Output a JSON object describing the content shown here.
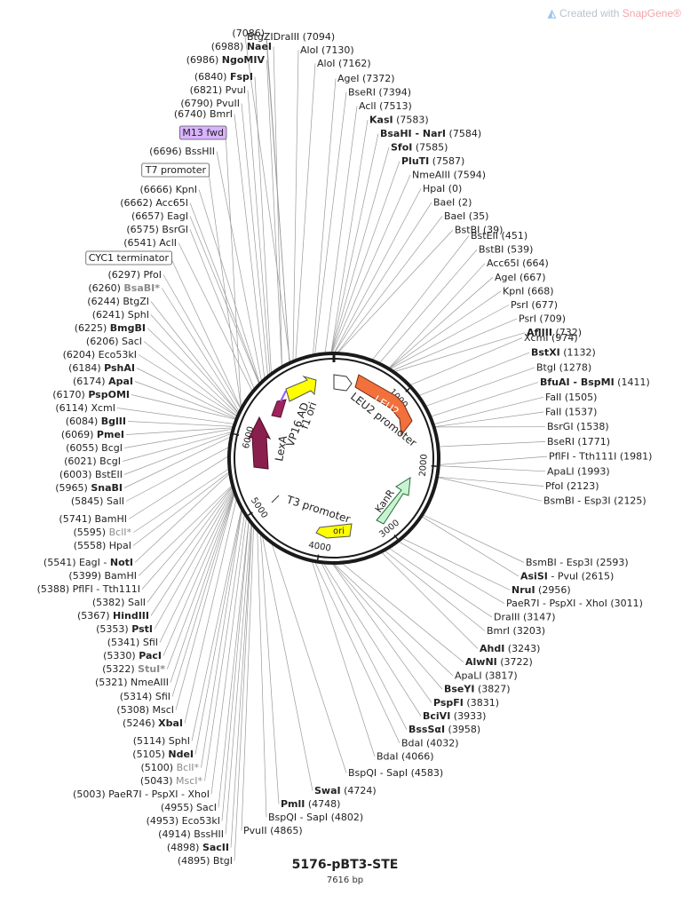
{
  "watermark": {
    "prefix": "Created with",
    "brand": "SnapGene®"
  },
  "plasmid": {
    "name": "5176-pBT3-STE",
    "size_label": "7616 bp",
    "length": 7616
  },
  "ticks": [
    "1000",
    "2000",
    "3000",
    "4000",
    "5000",
    "6000"
  ],
  "features": [
    {
      "label": "LEU2",
      "kind": "arrow",
      "color": "#f2703c"
    },
    {
      "label": "LEU2 promoter",
      "kind": "outline",
      "color": "#ffffff"
    },
    {
      "label": "KanR",
      "kind": "arrow",
      "color": "#c8f5d1"
    },
    {
      "label": "ori",
      "kind": "arrow",
      "color": "#ffff00"
    },
    {
      "label": "T3 promoter",
      "kind": "marker",
      "color": "#ffffff"
    },
    {
      "label": "f1 ori",
      "kind": "arrow",
      "color": "#ffff00"
    },
    {
      "label": "VP16 AD",
      "kind": "arrow",
      "color": "#a0245a"
    },
    {
      "label": "LexA",
      "kind": "arrow",
      "color": "#a0245a"
    }
  ],
  "right_labels": [
    {
      "parts": [
        [
          "BtgZI"
        ],
        [
          "DraIII  (7094)"
        ]
      ]
    },
    {
      "parts": [
        [
          "AloI  (7130)"
        ]
      ]
    },
    {
      "parts": [
        [
          "AloI  (7162)"
        ]
      ]
    },
    {
      "parts": [
        [
          "AgeI  (7372)"
        ]
      ]
    },
    {
      "parts": [
        [
          "BseRI  (7394)"
        ]
      ]
    },
    {
      "parts": [
        [
          "AclI  (7513)"
        ]
      ]
    },
    {
      "parts": [
        [
          "KasI",
          1
        ],
        [
          "  (7583)"
        ]
      ]
    },
    {
      "parts": [
        [
          "BsaHI - NarI",
          1
        ],
        [
          "  (7584)"
        ]
      ]
    },
    {
      "parts": [
        [
          "SfoI",
          1
        ],
        [
          "  (7585)"
        ]
      ]
    },
    {
      "parts": [
        [
          "PluTI",
          1
        ],
        [
          "  (7587)"
        ]
      ]
    },
    {
      "parts": [
        [
          "NmeAIII  (7594)"
        ]
      ]
    },
    {
      "parts": [
        [
          "HpaI  (0)"
        ]
      ]
    },
    {
      "parts": [
        [
          "BaeI  (2)"
        ]
      ]
    },
    {
      "parts": [
        [
          "BaeI  (35)"
        ]
      ]
    },
    {
      "parts": [
        [
          "BstBI  (39)"
        ]
      ]
    },
    {
      "parts": [
        [
          "BstEII  (451)"
        ]
      ]
    },
    {
      "parts": [
        [
          "BstBI  (539)"
        ]
      ]
    },
    {
      "parts": [
        [
          "Acc65I  (664)"
        ]
      ]
    },
    {
      "parts": [
        [
          "AgeI  (667)"
        ]
      ]
    },
    {
      "parts": [
        [
          "KpnI  (668)"
        ]
      ]
    },
    {
      "parts": [
        [
          "PsrI  (677)"
        ]
      ]
    },
    {
      "parts": [
        [
          "PsrI  (709)"
        ]
      ]
    },
    {
      "parts": [
        [
          "AflIII",
          1
        ],
        [
          "  (732)"
        ]
      ]
    },
    {
      "parts": [
        [
          "XcmI  (974)"
        ]
      ]
    },
    {
      "parts": [
        [
          "BstXI",
          1
        ],
        [
          "  (1132)"
        ]
      ]
    },
    {
      "parts": [
        [
          "BtgI  (1278)"
        ]
      ]
    },
    {
      "parts": [
        [
          "BfuAI - BspMI",
          1
        ],
        [
          "  (1411)"
        ]
      ]
    },
    {
      "parts": [
        [
          "FalI  (1505)"
        ]
      ]
    },
    {
      "parts": [
        [
          "FalI  (1537)"
        ]
      ]
    },
    {
      "parts": [
        [
          "BsrGI  (1538)"
        ]
      ]
    },
    {
      "parts": [
        [
          "BseRI  (1771)"
        ]
      ]
    },
    {
      "parts": [
        [
          "PflFI - Tth111I  (1981)"
        ]
      ]
    },
    {
      "parts": [
        [
          "ApaLI  (1993)"
        ]
      ]
    },
    {
      "parts": [
        [
          "PfoI  (2123)"
        ]
      ]
    },
    {
      "parts": [
        [
          "BsmBI - Esp3I  (2125)"
        ]
      ]
    },
    {
      "parts": [
        [
          "BsmBI - Esp3I  (2593)"
        ]
      ]
    },
    {
      "parts": [
        [
          "AsiSI",
          1
        ],
        [
          " - PvuI  (2615)"
        ]
      ]
    },
    {
      "parts": [
        [
          "NruI",
          1
        ],
        [
          "  (2956)"
        ]
      ]
    },
    {
      "parts": [
        [
          "PaeR7I - PspXI - XhoI  (3011)"
        ]
      ]
    },
    {
      "parts": [
        [
          "DraIII  (3147)"
        ]
      ]
    },
    {
      "parts": [
        [
          "BmrI  (3203)"
        ]
      ]
    },
    {
      "parts": [
        [
          "AhdI",
          1
        ],
        [
          "  (3243)"
        ]
      ]
    },
    {
      "parts": [
        [
          "AlwNI",
          1
        ],
        [
          "  (3722)"
        ]
      ]
    },
    {
      "parts": [
        [
          "ApaLI  (3817)"
        ]
      ]
    },
    {
      "parts": [
        [
          "BseYI",
          1
        ],
        [
          "  (3827)"
        ]
      ]
    },
    {
      "parts": [
        [
          "PspFI",
          1
        ],
        [
          "  (3831)"
        ]
      ]
    },
    {
      "parts": [
        [
          "BciVI",
          1
        ],
        [
          "  (3933)"
        ]
      ]
    },
    {
      "parts": [
        [
          "BssSαI",
          1
        ],
        [
          "  (3958)"
        ]
      ]
    },
    {
      "parts": [
        [
          "BdaI  (4032)"
        ]
      ]
    },
    {
      "parts": [
        [
          "BdaI  (4066)"
        ]
      ]
    },
    {
      "parts": [
        [
          "BspQI - SapI  (4583)"
        ]
      ]
    },
    {
      "parts": [
        [
          "SwaI",
          1
        ],
        [
          "  (4724)"
        ]
      ]
    },
    {
      "parts": [
        [
          "PmlI",
          1
        ],
        [
          "  (4748)"
        ]
      ]
    },
    {
      "parts": [
        [
          "BspQI - SapI  (4802)"
        ]
      ]
    },
    {
      "parts": [
        [
          "PvuII  (4865)"
        ]
      ]
    }
  ],
  "left_labels": [
    {
      "parts": [
        [
          "(7086)  "
        ]
      ]
    },
    {
      "parts": [
        [
          "(6988)  "
        ],
        [
          "NaeI",
          1
        ]
      ]
    },
    {
      "parts": [
        [
          "(6986)  "
        ],
        [
          "NgoMIV",
          1
        ]
      ]
    },
    {
      "parts": [
        [
          "(6840)  "
        ],
        [
          "FspI",
          1
        ]
      ]
    },
    {
      "parts": [
        [
          "(6821)  PvuI"
        ]
      ]
    },
    {
      "parts": [
        [
          "(6790)  PvuII"
        ]
      ]
    },
    {
      "parts": [
        [
          "(6740)  BmrI"
        ]
      ]
    },
    {
      "parts": [
        [
          "M13 fwd"
        ]
      ],
      "box": "purple"
    },
    {
      "parts": [
        [
          "(6696)  BssHII"
        ]
      ]
    },
    {
      "parts": [
        [
          "T7 promoter"
        ]
      ],
      "box": "white"
    },
    {
      "parts": [
        [
          "(6666)  KpnI"
        ]
      ]
    },
    {
      "parts": [
        [
          "(6662)  Acc65I"
        ]
      ]
    },
    {
      "parts": [
        [
          "(6657)  EagI"
        ]
      ]
    },
    {
      "parts": [
        [
          "(6575)  BsrGI"
        ]
      ]
    },
    {
      "parts": [
        [
          "(6541)  AclI"
        ]
      ]
    },
    {
      "parts": [
        [
          "CYC1 terminator"
        ]
      ],
      "box": "white"
    },
    {
      "parts": [
        [
          "(6297)  PfoI"
        ]
      ]
    },
    {
      "parts": [
        [
          "(6260)  "
        ],
        [
          "BsaBI*",
          2
        ]
      ]
    },
    {
      "parts": [
        [
          "(6244)  BtgZI"
        ]
      ]
    },
    {
      "parts": [
        [
          "(6241)  SphI"
        ]
      ]
    },
    {
      "parts": [
        [
          "(6225)  "
        ],
        [
          "BmgBI",
          1
        ]
      ]
    },
    {
      "parts": [
        [
          "(6206)  SacI"
        ]
      ]
    },
    {
      "parts": [
        [
          "(6204)  Eco53kI"
        ]
      ]
    },
    {
      "parts": [
        [
          "(6184)  "
        ],
        [
          "PshAI",
          1
        ]
      ]
    },
    {
      "parts": [
        [
          "(6174)  "
        ],
        [
          "ApaI",
          1
        ]
      ]
    },
    {
      "parts": [
        [
          "(6170)  "
        ],
        [
          "PspOMI",
          1
        ]
      ]
    },
    {
      "parts": [
        [
          "(6114)  XcmI"
        ]
      ]
    },
    {
      "parts": [
        [
          "(6084)  "
        ],
        [
          "BglII",
          1
        ]
      ]
    },
    {
      "parts": [
        [
          "(6069)  "
        ],
        [
          "PmeI",
          1
        ]
      ]
    },
    {
      "parts": [
        [
          "(6055)  BcgI"
        ]
      ]
    },
    {
      "parts": [
        [
          "(6021)  BcgI"
        ]
      ]
    },
    {
      "parts": [
        [
          "(6003)  BstEII"
        ]
      ]
    },
    {
      "parts": [
        [
          "(5965)  "
        ],
        [
          "SnaBI",
          1
        ]
      ]
    },
    {
      "parts": [
        [
          "(5845)  SalI"
        ]
      ]
    },
    {
      "parts": [
        [
          "(5741)  BamHI"
        ]
      ]
    },
    {
      "parts": [
        [
          "(5595)  "
        ],
        [
          "BclI*",
          3
        ]
      ]
    },
    {
      "parts": [
        [
          "(5558)  HpaI"
        ]
      ]
    },
    {
      "parts": [
        [
          "(5541)  EagI - "
        ],
        [
          "NotI",
          1
        ]
      ]
    },
    {
      "parts": [
        [
          "(5399)  BamHI"
        ]
      ]
    },
    {
      "parts": [
        [
          "(5388)  PflFI - Tth111I"
        ]
      ]
    },
    {
      "parts": [
        [
          "(5382)  SalI"
        ]
      ]
    },
    {
      "parts": [
        [
          "(5367)  "
        ],
        [
          "HindIII",
          1
        ]
      ]
    },
    {
      "parts": [
        [
          "(5353)  "
        ],
        [
          "PstI",
          1
        ]
      ]
    },
    {
      "parts": [
        [
          "(5341)  SfiI"
        ]
      ]
    },
    {
      "parts": [
        [
          "(5330)  "
        ],
        [
          "PacI",
          1
        ]
      ]
    },
    {
      "parts": [
        [
          "(5322)  "
        ],
        [
          "StuI*",
          2
        ]
      ]
    },
    {
      "parts": [
        [
          "(5321)  NmeAIII"
        ]
      ]
    },
    {
      "parts": [
        [
          "(5314)  SfiI"
        ]
      ]
    },
    {
      "parts": [
        [
          "(5308)  MscI"
        ]
      ]
    },
    {
      "parts": [
        [
          "(5246)  "
        ],
        [
          "XbaI",
          1
        ]
      ]
    },
    {
      "parts": [
        [
          "(5114)  SphI"
        ]
      ]
    },
    {
      "parts": [
        [
          "(5105)  "
        ],
        [
          "NdeI",
          1
        ]
      ]
    },
    {
      "parts": [
        [
          "(5100)  "
        ],
        [
          "BclI*",
          3
        ]
      ]
    },
    {
      "parts": [
        [
          "(5043)  "
        ],
        [
          "MscI*",
          3
        ]
      ]
    },
    {
      "parts": [
        [
          "(5003)  PaeR7I - PspXI - XhoI"
        ]
      ]
    },
    {
      "parts": [
        [
          "(4955)  SacI"
        ]
      ]
    },
    {
      "parts": [
        [
          "(4953)  Eco53kI"
        ]
      ]
    },
    {
      "parts": [
        [
          "(4914)  BssHII"
        ]
      ]
    },
    {
      "parts": [
        [
          "(4898)  "
        ],
        [
          "SacII",
          1
        ]
      ]
    },
    {
      "parts": [
        [
          "(4895)  BtgI"
        ]
      ]
    }
  ],
  "colors": {
    "ring": "#1a1a1a",
    "leader": "#9a9a9a",
    "text": "#222222",
    "gray": "#8a8a8a",
    "purple_box": "#d9b3ff"
  }
}
